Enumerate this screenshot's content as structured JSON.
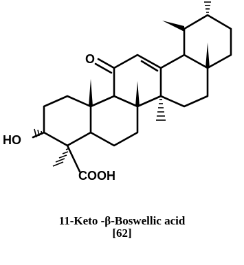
{
  "structure": {
    "labels": {
      "ketone_o": "O",
      "hydroxyl": "HO",
      "carboxyl": "COOH"
    }
  },
  "caption": {
    "name": "11-Keto -β-Boswellic acid",
    "reference": "[62]"
  }
}
